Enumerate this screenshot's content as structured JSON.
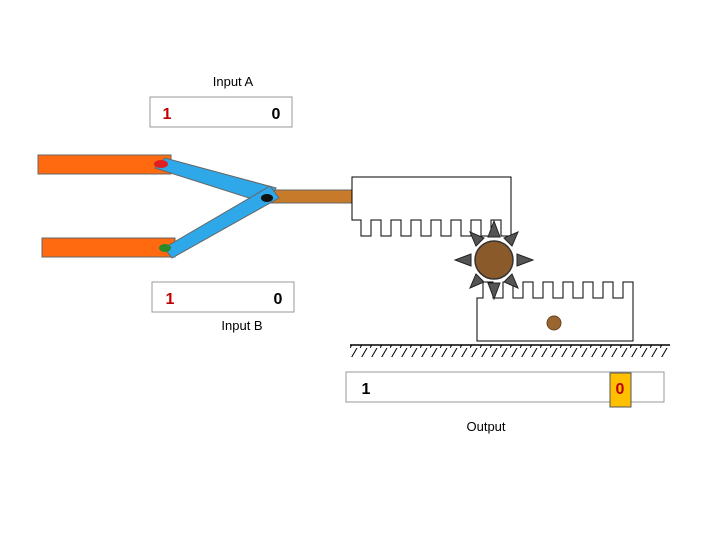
{
  "input_a": {
    "label": "Input A",
    "left_value": "1",
    "right_value": "0"
  },
  "input_b": {
    "left_value": "1",
    "right_value": "0",
    "label": "Input B"
  },
  "output": {
    "left_value": "1",
    "right_value": "0",
    "label": "Output"
  },
  "colors": {
    "orange_bar": "#ff6a10",
    "blue_link": "#2ea8e8",
    "brown_rod": "#c77b2a",
    "gear": "#8b5a2b",
    "gear_teeth": "#555555",
    "value_red": "#c00000",
    "output_highlight": "#ffc000",
    "red_pin": "#e02020",
    "green_pin": "#2a8a2a",
    "yellow_pin": "#ffee00",
    "black_pin": "#111111"
  }
}
